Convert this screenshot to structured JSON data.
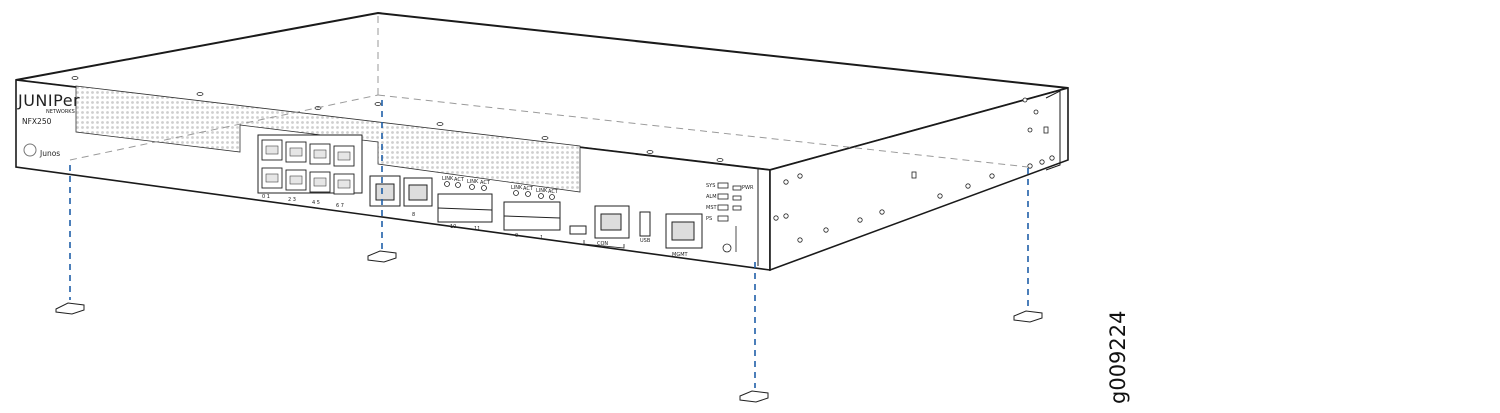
{
  "figure": {
    "brand_logo_text": "JUNIPer",
    "brand_sub_text": "NETWORKS",
    "model": "NFX250",
    "os_logo_text": "Junos",
    "figure_id": "g009224"
  },
  "port_labels": {
    "rj45_bottom": [
      "0 1",
      "2 3",
      "4 5",
      "6 7"
    ],
    "sfp_left": [
      "10",
      "11"
    ],
    "sfp_right": [
      "0",
      "1"
    ],
    "single_port": "8",
    "console": "CON",
    "management": "MGMT",
    "usb": "USB",
    "led_group_a": [
      "LINK",
      "ACT",
      "LINK",
      "ACT"
    ],
    "led_group_b": [
      "LINK",
      "ACT",
      "LINK",
      "ACT"
    ],
    "status_leds": [
      "SYS",
      "ALM",
      "MST",
      "PS"
    ],
    "power_indicator": "PWR"
  },
  "colors": {
    "line": "#1a1a1a",
    "dash_blue": "#1f5fa8",
    "dash_gray": "#9a9a9a",
    "mesh_fill": "#d4d4d4"
  }
}
